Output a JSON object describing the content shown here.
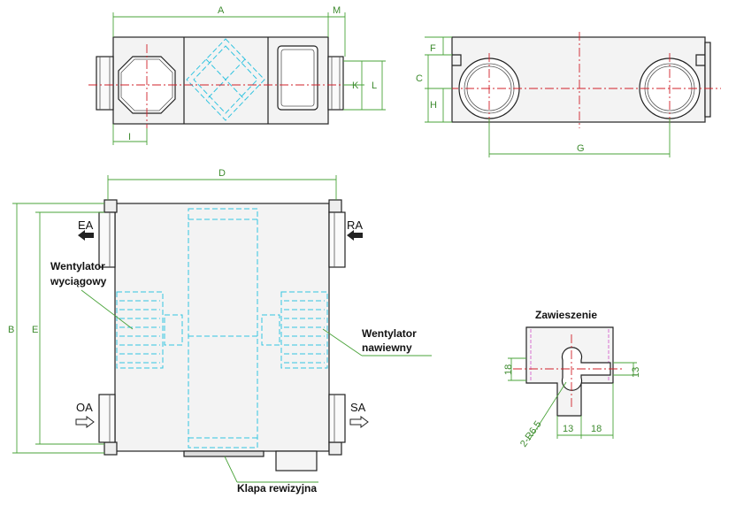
{
  "dimensions": {
    "A": "A",
    "M": "M",
    "I": "I",
    "K": "K",
    "L": "L",
    "F": "F",
    "C": "C",
    "H": "H",
    "G": "G",
    "D": "D",
    "B": "B",
    "E": "E"
  },
  "ports": {
    "ea": "EA",
    "ra": "RA",
    "oa": "OA",
    "sa": "SA"
  },
  "labels": {
    "exhaust_fan_line1": "Wentylator",
    "exhaust_fan_line2": "wyciągowy",
    "supply_fan_line1": "Wentylator",
    "supply_fan_line2": "nawiewny",
    "inspection_hatch": "Klapa rewizyjna"
  },
  "suspension": {
    "title": "Zawieszenie",
    "dim_left": "18",
    "dim_right": "13",
    "dim_bottom_a": "13",
    "dim_bottom_b": "18",
    "hole_note": "2-R6.5"
  },
  "colors": {
    "outline": "#222222",
    "dimension": "#4aa33a",
    "centerline": "#d0202a",
    "hidden": "#33c4e0"
  }
}
